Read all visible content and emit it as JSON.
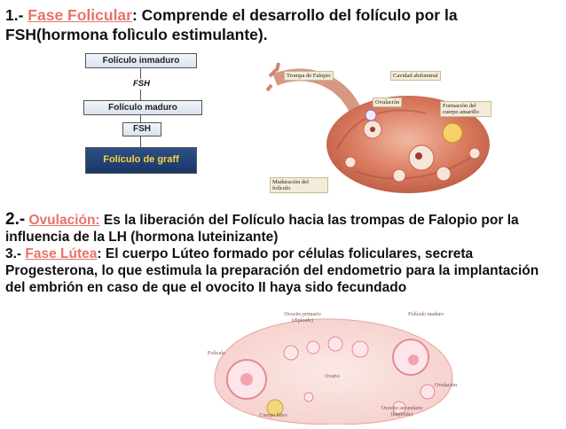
{
  "slide": {
    "p1": {
      "prefix": "1.- ",
      "term": "Fase Folicular",
      "rest": ": Comprende el desarrollo del folículo por la FSH(hormona folìculo estimulante)."
    },
    "p2": {
      "num": "2.-",
      "term": "Ovulación:",
      "text": " Es la liberación del Folículo hacia las trompas de Falopio por la influencia de la LH  (hormona luteinizante)"
    },
    "p3": {
      "prefix": "3.- ",
      "term": "Fase Lútea",
      "text": ": El cuerpo Lúteo formado por células foliculares, secreta Progesterona, lo que estimula la preparación del endometrio para la implantación del embrión en caso de que el ovocito II haya sido fecundado"
    }
  },
  "flowchart": {
    "box1": "Folículo inmaduro",
    "arrow1": "FSH",
    "box2": "Folículo maduro",
    "arrow2": "FSH",
    "box3": "Folículo de graff"
  },
  "ovary_top": {
    "labels": {
      "trompa": "Trompa de Falopio",
      "cavidad": "Cavidad abdominal",
      "ovulacion": "Ovulación",
      "formacion": "Formación del cuerpo amarillo",
      "maduracion": "Maduración del folículo"
    }
  },
  "ovary_bottom": {
    "labels": {
      "ovocito_primario": "Ovocito primario (diploide)",
      "foliculo_maduro": "Folículo maduro",
      "foliculo": "Folículo",
      "ovario": "Ovario",
      "ovulacion": "Ovulación",
      "ovocito_secundario": "Ovocito secundario (haploide)",
      "cuerpo_luteo": "Cuerpo lúteo"
    }
  },
  "colors": {
    "accent": "#e8736b",
    "box_dark": "#1f3f75",
    "box_dark_text": "#ffd23a",
    "ovary_tissue": "#d97a5e"
  }
}
